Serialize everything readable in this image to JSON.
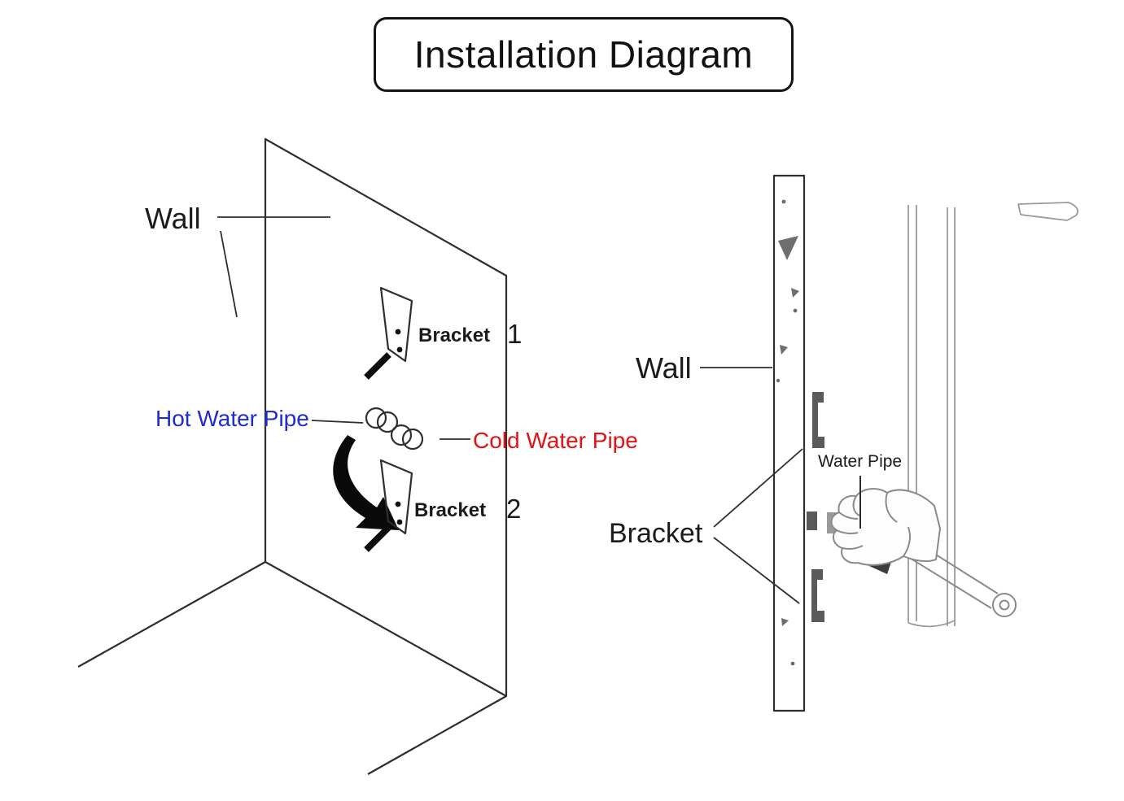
{
  "title": "Installation Diagram",
  "left_diagram": {
    "wall_label": "Wall",
    "brackets": [
      {
        "label": "Bracket",
        "number": "1"
      },
      {
        "label": "Bracket",
        "number": "2"
      }
    ],
    "hot_water_pipe_label": "Hot Water Pipe",
    "cold_water_pipe_label": "Cold Water Pipe"
  },
  "right_diagram": {
    "wall_label": "Wall",
    "bracket_label": "Bracket",
    "water_pipe_label": "Water Pipe"
  },
  "colors": {
    "hot-label": "#1f2bd4",
    "cold-label": "#e01414",
    "line": "#2e2e2e",
    "light-line": "#8a8a8a",
    "bracket-fill": "#5a5a5a"
  }
}
